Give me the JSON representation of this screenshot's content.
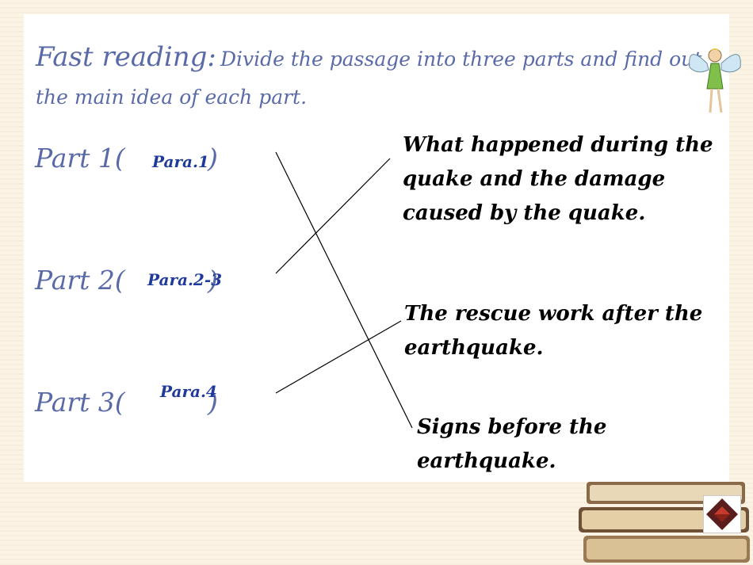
{
  "title": {
    "lead": "Fast reading:",
    "rest": "Divide the passage into three parts and find out",
    "line2": "the main idea of each part."
  },
  "parts": [
    {
      "label": "Part 1(",
      "close": ")",
      "para": "Para.1"
    },
    {
      "label": "Part 2(",
      "close": ")",
      "para": "Para.2-3"
    },
    {
      "label": "Part 3(",
      "close": ")",
      "para": "Para.4"
    }
  ],
  "answers": [
    "What happened during the quake and the damage caused by the quake.",
    "The rescue work after the earthquake.",
    "Signs before the earthquake."
  ],
  "colors": {
    "heading": "#5a6aa8",
    "para": "#1f3a9a",
    "answer": "#000000",
    "background": "#fbf3e4"
  },
  "icons": {
    "decoration": "fairy-icon",
    "books": "books-icon",
    "navigation": "next-slide-icon"
  }
}
